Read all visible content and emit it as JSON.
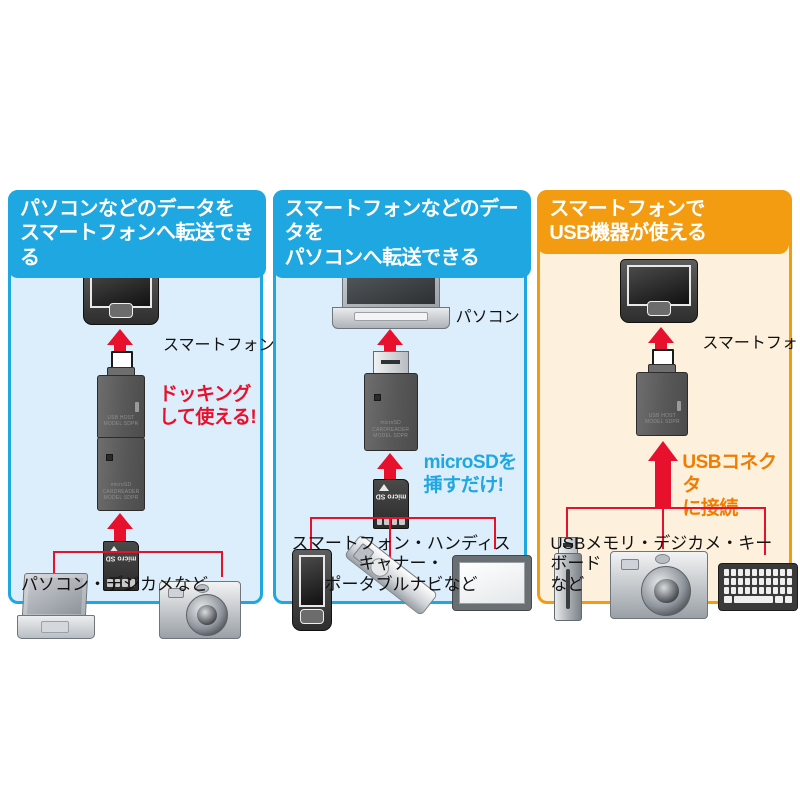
{
  "panels": [
    {
      "id": "pc-to-smartphone",
      "accent": "#1ea7e0",
      "heading": "パソコンなどのデータを\nスマートフォンへ転送できる",
      "device_label": "スマートフォン",
      "callout": "ドッキング\nして使える!",
      "module_top_text": "USB HOST\nMODEL SDPR",
      "module_bottom_text": "microSD\nCARDREADER\nMODEL SDPR",
      "sdcard_label": "micro\nSD",
      "caption": "パソコン・デジカメなど",
      "sources": [
        "ノートパソコン",
        "デジタルカメラ"
      ]
    },
    {
      "id": "smartphone-to-pc",
      "accent": "#1ea7e0",
      "heading": "スマートフォンなどのデータを\nパソコンへ転送できる",
      "device_label": "パソコン",
      "callout": "microSDを\n挿すだけ!",
      "module_text": "microSD\nCARDREADER\nMODEL SDPR",
      "sdcard_label": "micro\nSD",
      "caption": "スマートフォン・ハンディスキャナー・\nポータブルナビなど",
      "sources": [
        "スマートフォン",
        "ハンディスキャナー",
        "ポータブルナビ"
      ]
    },
    {
      "id": "usb-device-on-smartphone",
      "accent": "#f39c12",
      "heading": "スマートフォンで\nUSB機器が使える",
      "device_label": "スマートフォン",
      "callout": "USBコネクタ\nに接続",
      "module_text": "USB HOST\nMODEL SDPR",
      "caption": "USBメモリ・デジカメ・キーボード\nなど",
      "sources": [
        "USBメモリ",
        "デジタルカメラ",
        "キーボード"
      ]
    }
  ]
}
